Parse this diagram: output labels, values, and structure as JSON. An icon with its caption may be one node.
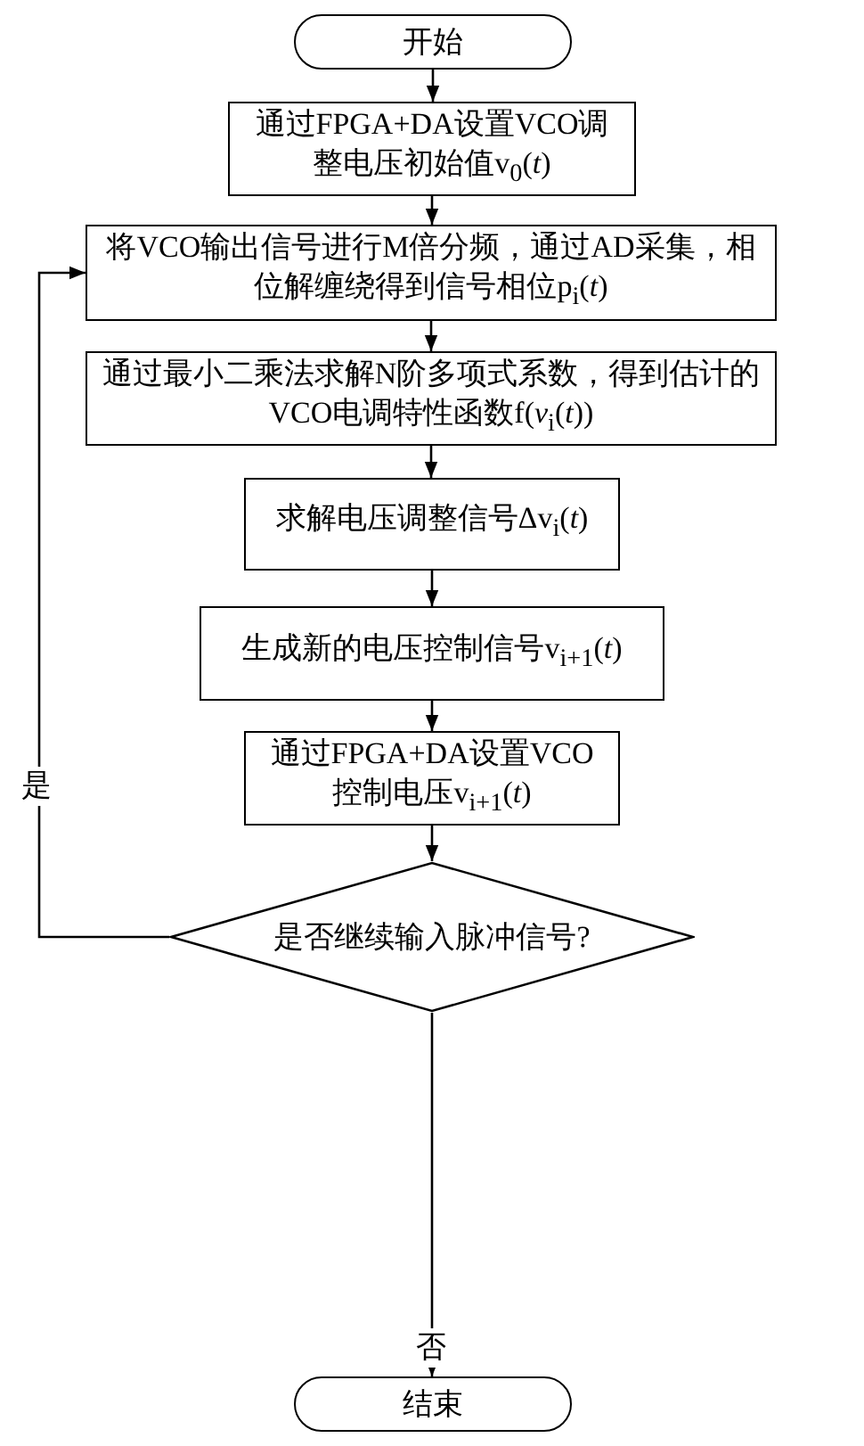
{
  "diagram": {
    "nodes": [
      {
        "text": [
          "开始"
        ]
      },
      {
        "text": [
          "通过FPGA+DA设置VCO调整电压初始值v$_{0}$(*t*)"
        ]
      },
      {
        "text": [
          "将VCO输出信号进行M倍分频，通过AD采集，相位解缠绕得到信号相位p$_{i}$(*t*)"
        ]
      },
      {
        "text": [
          "通过最小二乘法求解N阶多项式系数，得到估计的VCO电调特性函数f(*v*$_{i}$(*t*))"
        ]
      },
      {
        "text": [
          "求解电压调整信号Δv$_{i}$(*t*)"
        ]
      },
      {
        "text": [
          "生成新的电压控制信号v$_{i+1}$(*t*)"
        ]
      },
      {
        "text": [
          "通过FPGA+DA设置VCO控制电压v$_{i+1}$(*t*)"
        ]
      },
      {
        "text": [
          "是否继续输入脉冲信号?"
        ]
      },
      {
        "text": [
          "结束"
        ]
      }
    ],
    "edges": [
      {
        "from": 0,
        "to": 1,
        "arrow": "to"
      },
      {
        "from": 1,
        "to": 2,
        "arrow": "to"
      },
      {
        "from": 2,
        "to": 3,
        "arrow": "to"
      },
      {
        "from": 3,
        "to": 4,
        "arrow": "to"
      },
      {
        "from": 4,
        "to": 5,
        "arrow": "to"
      },
      {
        "from": 5,
        "to": 6,
        "arrow": "to"
      },
      {
        "from": 6,
        "to": 7,
        "arrow": "to"
      },
      {
        "from": 7,
        "to": 2,
        "arrow": "to",
        "label": "是"
      },
      {
        "from": 7,
        "to": 8,
        "arrow": "to",
        "label": "否"
      }
    ]
  }
}
